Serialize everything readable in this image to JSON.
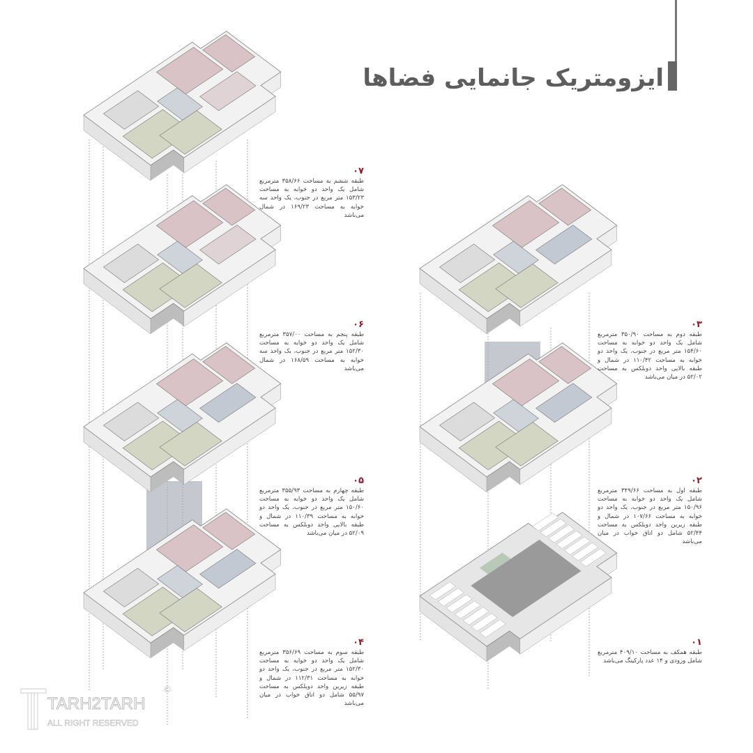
{
  "title": "ایزومتریک جانمایی فضاها",
  "floors": [
    {
      "number": "۰۷",
      "text": "طبقه ششم به مساحت ۳۵۸/۶۶ مترمربع شامل یک واحد دو خوابه به مساحت ۱۵۳/۲۳ متر مربع در جنوب، یک واحد سه خوابه به مساحت ۱۶۹/۲۳ در شمال می‌باشد"
    },
    {
      "number": "۰۶",
      "text": "طبقه پنجم به مساحت ۳۵۷/۰۰ مترمربع شامل یک واحد دو خوابه به مساحت ۱۵۲/۳۰ متر مربع در جنوب، یک واحد سه خوابه به مساحت ۱۶۸/۵۹ در شمال می‌باشد"
    },
    {
      "number": "۰۵",
      "text": "طبقه چهارم به مساحت ۳۵۵/۹۳ مترمربع شامل یک واحد دو خوابه به مساحت ۱۵۰/۶۰ متر مربع در جنوب، یک واحد دو خوابه به مساحت ۱۱۰/۳۹ در شمال و طبقه بالایی واحد دوبلکس به مساحت ۵۲/۰۹ در میان می‌باشد"
    },
    {
      "number": "۰۴",
      "text": "طبقه سوم به مساحت ۳۵۶/۶۹ مترمربع شامل یک واحد دو خوابه به مساحت ۱۵۲/۳۰ متر مربع در جنوب، یک واحد دو خوابه به مساحت ۱۱۲/۳۱ در شمال و طبقه زیرین واحد دوبلکس به مساحت ۵۵/۹۷ شامل دو اتاق خواب در میان می‌باشد"
    },
    {
      "number": "۰۳",
      "text": "طبقه دوم به مساحت ۳۵۰/۹۰ مترمربع شامل یک واحد دو خوابه به مساحت ۱۵۴/۶۰ متر مربع در جنوب، یک واحد دو خوابه به مساحت ۱۱۰/۴۲ در شمال و طبقه بالایی واحد دوبلکس به مساحت ۵۲/۰۲ در میان می‌باشد"
    },
    {
      "number": "۰۲",
      "text": "طبقه اول به مساحت ۳۴۹/۶۶ مترمربع شامل یک واحد دو خوابه به مساحت ۱۵۰/۹۶ متر مربع در جنوب، یک واحد دو خوابه به مساحت ۱۰۷/۶۶ در شمال و طبقه زیرین واحد دوبلکس به مساحت ۵۲/۴۴ شامل دو اتاق خواب در میان می‌باشد"
    },
    {
      "number": "۰۱",
      "text": "طبقه همکف به مساحت ۴۰۹/۱۰ مترمربع شامل ورودی و ۱۴ عدد پارکینگ می‌باشد"
    }
  ],
  "logo": {
    "brand": "TARH2TARH",
    "rights": "ALL RIGHT RESERVED",
    "copyright": "©"
  },
  "colors": {
    "accent": "#8b1c2c",
    "pink": "#d9c3c6",
    "green": "#d3d6c2",
    "blue": "#c3c9d3",
    "connector": "#9ea3ad"
  }
}
